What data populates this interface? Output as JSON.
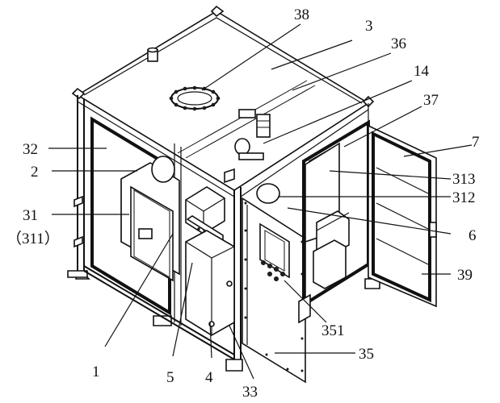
{
  "labels": {
    "l38": "38",
    "l3": "3",
    "l36": "36",
    "l14": "14",
    "l37": "37",
    "l7": "7",
    "l32": "32",
    "l2": "2",
    "l313": "313",
    "l312": "312",
    "l31": "31",
    "l311": "（311）",
    "l6": "6",
    "l39": "39",
    "l351": "351",
    "l1": "1",
    "l5": "5",
    "l4": "4",
    "l35": "35",
    "l33": "33"
  }
}
